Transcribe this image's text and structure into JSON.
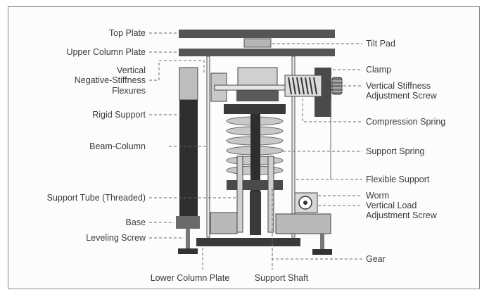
{
  "labels": {
    "top_plate": "Top Plate",
    "upper_column_plate": "Upper Column Plate",
    "vertical_flexures_1": "Vertical",
    "vertical_flexures_2": "Negative-Stiffness",
    "vertical_flexures_3": "Flexures",
    "rigid_support": "Rigid Support",
    "beam_column": "Beam-Column",
    "support_tube": "Support Tube (Threaded)",
    "base": "Base",
    "leveling_screw": "Leveling Screw",
    "lower_column_plate": "Lower Column Plate",
    "support_shaft": "Support Shaft",
    "tilt_pad": "Tilt Pad",
    "clamp": "Clamp",
    "vs_adjust_1": "Vertical Stiffness",
    "vs_adjust_2": "Adjustment Screw",
    "compression_spring": "Compression Spring",
    "support_spring": "Support Spring",
    "flexible_support": "Flexible Support",
    "worm": "Worm",
    "vl_adjust_1": "Vertical Load",
    "vl_adjust_2": "Adjustment Screw",
    "gear": "Gear"
  }
}
